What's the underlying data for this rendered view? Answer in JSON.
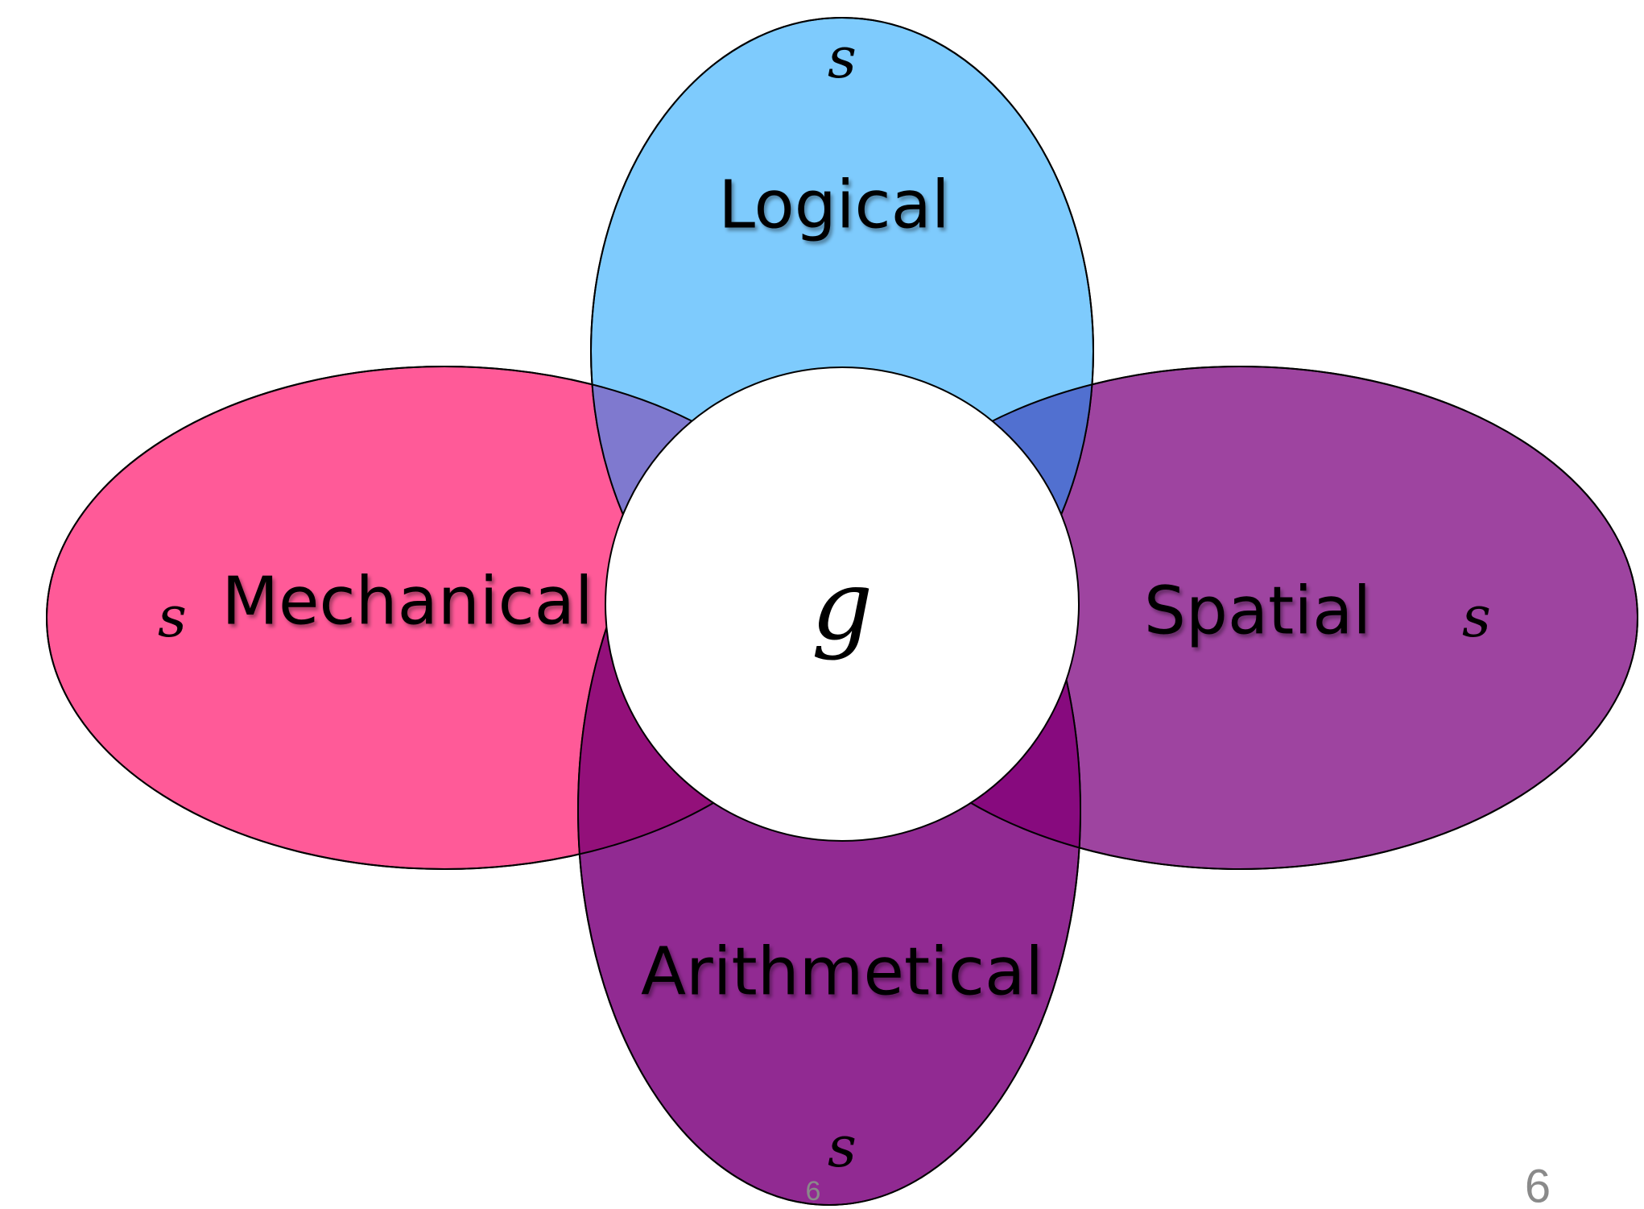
{
  "diagram": {
    "center": {
      "label": "g",
      "color": "#ffffff"
    },
    "lobes": [
      {
        "id": "logical",
        "label": "Logical",
        "specific_label": "s",
        "color": "#7ecbfd"
      },
      {
        "id": "mechanical",
        "label": "Mechanical",
        "specific_label": "s",
        "color": "#ff5a98"
      },
      {
        "id": "spatial",
        "label": "Spatial",
        "specific_label": "s",
        "color": "#9e44a0"
      },
      {
        "id": "arithmetical",
        "label": "Arithmetical",
        "specific_label": "s",
        "color": "#912a92"
      }
    ],
    "overlap_colors": {
      "logical_mechanical": "#7f79cf",
      "logical_spatial": "#5170d0",
      "mechanical_arithmetical": "#93107a",
      "spatial_arithmetical": "#870a7e"
    }
  },
  "footer": {
    "page_number": "6",
    "page_number_small": "6"
  }
}
